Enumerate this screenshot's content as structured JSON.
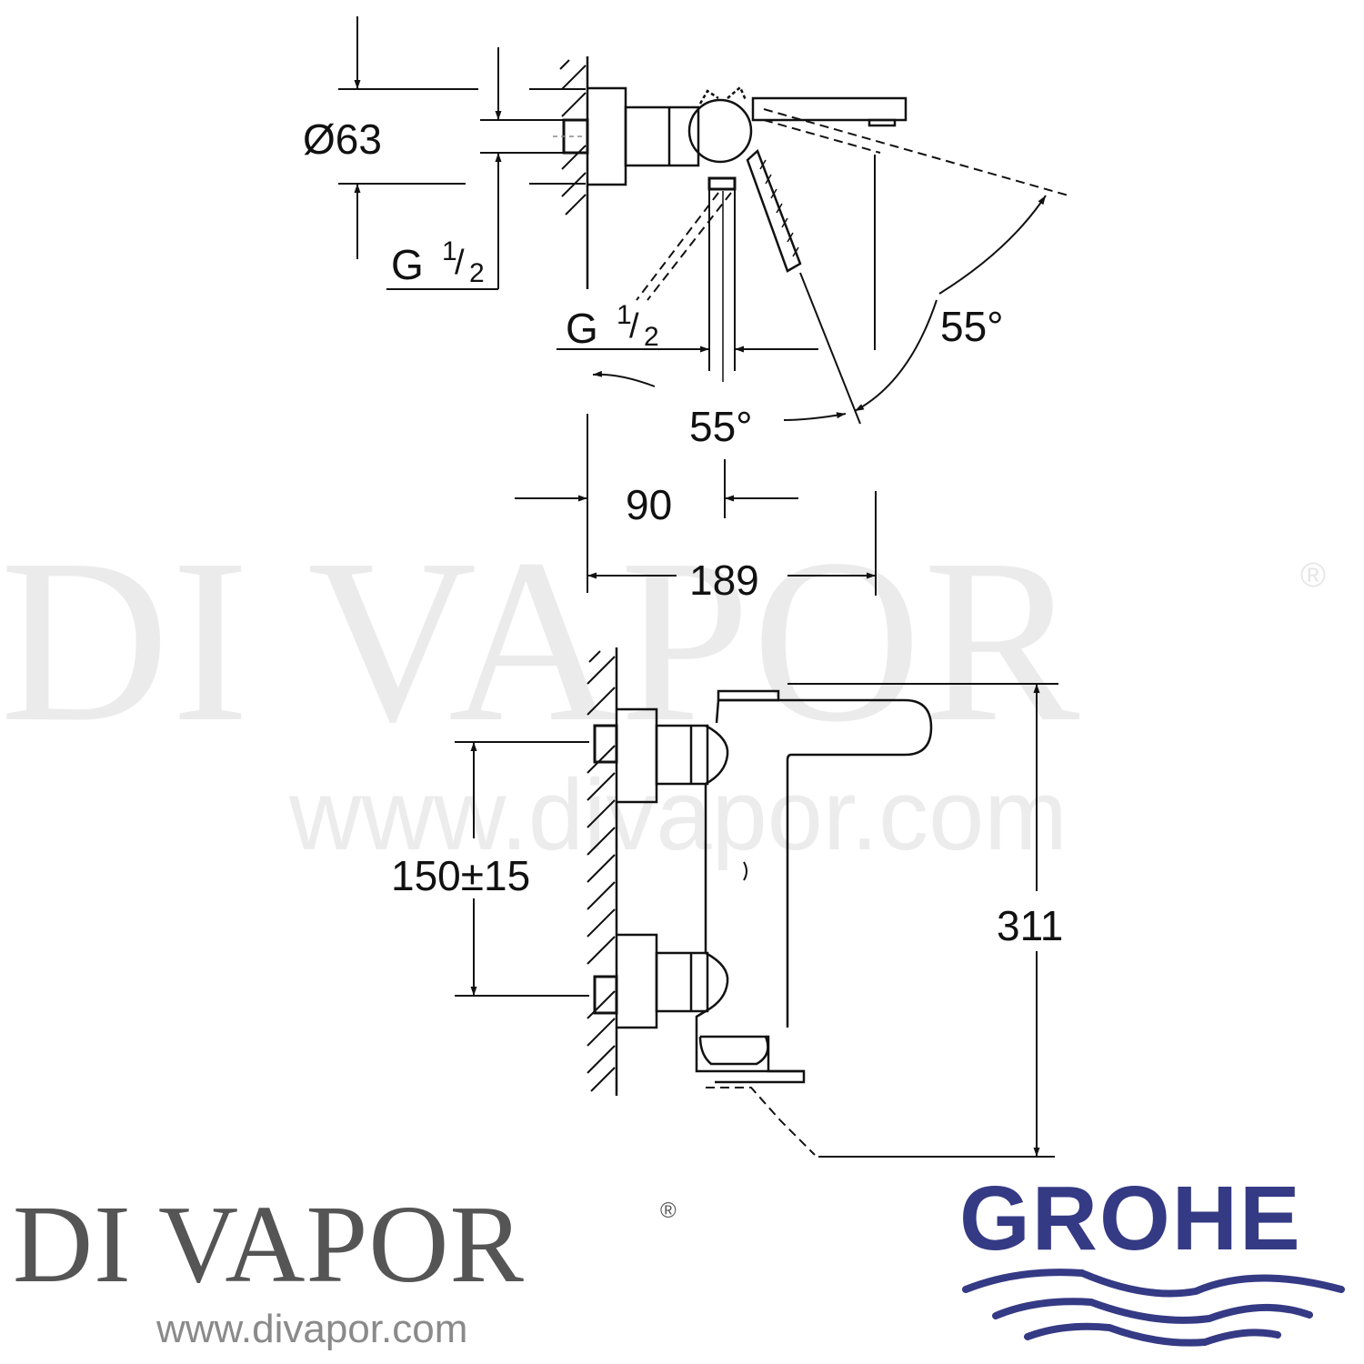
{
  "watermark": {
    "brand_text": "DI VAPOR",
    "registered_mark": "®",
    "url_text": "www.divapor.com",
    "color": "#ebebeb"
  },
  "drawing": {
    "top_view": {
      "dimensions": {
        "diameter": "Ø63",
        "inlet_thread_left": {
          "base": "G",
          "numerator": "1",
          "denominator": "2"
        },
        "outlet_thread": {
          "base": "G",
          "numerator": "1",
          "denominator": "2"
        },
        "lever_angle_right": "55°",
        "lever_angle_bottom": "55°",
        "depth_to_centre": "90",
        "total_projection": "189"
      }
    },
    "side_view": {
      "dimensions": {
        "inlet_centres": "150±15",
        "total_height": "311"
      }
    },
    "line_color": "#111111"
  },
  "footer": {
    "retailer_logo": {
      "text": "DI VAPOR",
      "registered_mark": "®",
      "url": "www.divapor.com",
      "color": "#555555",
      "url_color": "#8a8a8a"
    },
    "manufacturer_logo": {
      "text": "GROHE",
      "color": "#353a85",
      "icon": "waves-icon"
    }
  }
}
